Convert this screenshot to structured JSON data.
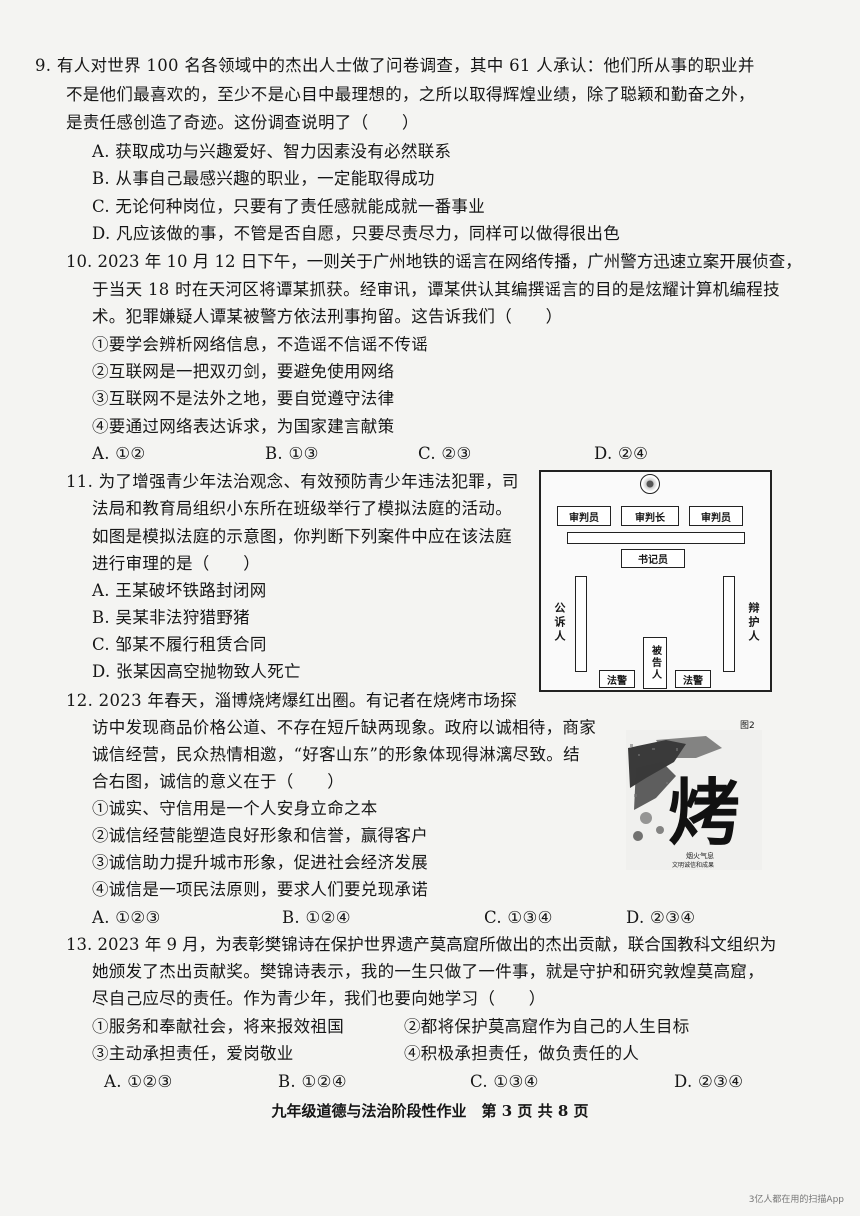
{
  "q9": {
    "lines": [
      "9. 有人对世界 100 名各领域中的杰出人士做了问卷调查，其中 61 人承认：他们所从事的职业并",
      "不是他们最喜欢的，至少不是心目中最理想的，之所以取得辉煌业绩，除了聪颖和勤奋之外，",
      "是责任感创造了奇迹。这份调查说明了（　　）"
    ],
    "options": [
      "A. 获取成功与兴趣爱好、智力因素没有必然联系",
      "B. 从事自己最感兴趣的职业，一定能取得成功",
      "C. 无论何种岗位，只要有了责任感就能成就一番事业",
      "D. 凡应该做的事，不管是否自愿，只要尽责尽力，同样可以做得很出色"
    ]
  },
  "q10": {
    "lines": [
      "10. 2023 年 10 月 12 日下午，一则关于广州地铁的谣言在网络传播，广州警方迅速立案开展侦查，",
      "于当天 18 时在天河区将谭某抓获。经审讯，谭某供认其编撰谣言的目的是炫耀计算机编程技",
      "术。犯罪嫌疑人谭某被警方依法刑事拘留。这告诉我们（　　）"
    ],
    "statements": [
      "①要学会辨析网络信息，不造谣不信谣不传谣",
      "②互联网是一把双刃剑，要避免使用网络",
      "③互联网不是法外之地，要自觉遵守法律",
      "④要通过网络表达诉求，为国家建言献策"
    ],
    "options": [
      "A. ①②",
      "B. ①③",
      "C. ②③",
      "D. ②④"
    ]
  },
  "q11": {
    "lines": [
      "11. 为了增强青少年法治观念、有效预防青少年违法犯罪，司",
      "法局和教育局组织小东所在班级举行了模拟法庭的活动。",
      "如图是模拟法庭的示意图，你判断下列案件中应在该法庭",
      "进行审理的是（　　）"
    ],
    "options": [
      "A. 王某破坏铁路封闭网",
      "B. 吴某非法狩猎野猪",
      "C. 邹某不履行租赁合同",
      "D. 张某因高空抛物致人死亡"
    ],
    "diagram": {
      "judge_left": "审判员",
      "judge_chief": "审判长",
      "judge_right": "审判员",
      "clerk": "书记员",
      "prosecutor": "公诉人",
      "defender": "辩护人",
      "defendant": "被告人",
      "bailiff_left": "法警",
      "bailiff_right": "法警"
    }
  },
  "q12": {
    "lines": [
      "12. 2023 年春天，淄博烧烤爆红出圈。有记者在烧烤市场探",
      "访中发现商品价格公道、不存在短斤缺两现象。政府以诚相待，商家",
      "诚信经营，民众热情相邀，“好客山东”的形象体现得淋漓尽致。结",
      "合右图，诚信的意义在于（　　）"
    ],
    "statements": [
      "①诚实、守信用是一个人安身立命之本",
      "②诚信经营能塑造良好形象和信誉，赢得客户",
      "③诚信助力提升城市形象，促进社会经济发展",
      "④诚信是一项民法原则，要求人们要兑现承诺"
    ],
    "options": [
      "A. ①②③",
      "B. ①②④",
      "C. ①③④",
      "D. ②③④"
    ],
    "image": {
      "big_char": "烤",
      "fig_label": "图2",
      "caption_1": "烟火气息",
      "caption_2": "文明诚信和成果"
    }
  },
  "q13": {
    "lines": [
      "13. 2023 年 9 月，为表彰樊锦诗在保护世界遗产莫高窟所做出的杰出贡献，联合国教科文组织为",
      "她颁发了杰出贡献奖。樊锦诗表示，我的一生只做了一件事，就是守护和研究敦煌莫高窟，",
      "尽自己应尽的责任。作为青少年，我们也要向她学习（　　）"
    ],
    "statements": [
      "①服务和奉献社会，将来报效祖国",
      "②都将保护莫高窟作为自己的人生目标",
      "③主动承担责任，爱岗敬业",
      "④积极承担责任，做负责任的人"
    ],
    "options": [
      "A. ①②③",
      "B. ①②④",
      "C. ①③④",
      "D. ②③④"
    ]
  },
  "footer": "九年级道德与法治阶段性作业　第 3 页 共 8 页",
  "watermark": "3亿人都在用的扫描App"
}
